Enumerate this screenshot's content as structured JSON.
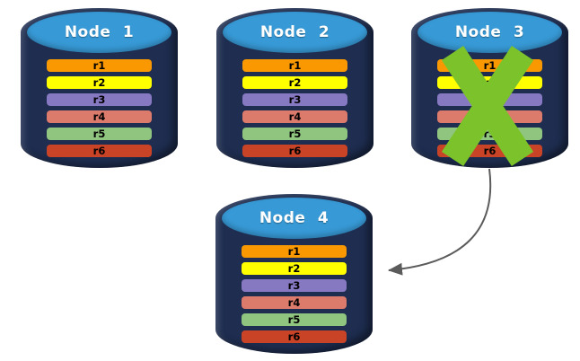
{
  "diagram": {
    "description": "Database replication failover diagram: four nodes each holding replicas r1-r6; Node 3 has failed (green cross) and its data is redirected to Node 4 (curved arrow)."
  },
  "colors": {
    "background": "#FFFFFF",
    "cylinder_body": "#1E2D50",
    "cylinder_top": "#3799D5",
    "node_title": "#FFFFFF",
    "replica_label": "#000000",
    "failure_cross": "#7CC22A",
    "arrow": "#5B5B5B"
  },
  "replica_colors": {
    "r1": "#F99800",
    "r2": "#FFFF00",
    "r3": "#8679C1",
    "r4": "#DC7A6B",
    "r5": "#90C57F",
    "r6": "#C94327"
  },
  "nodes": [
    {
      "title": "Node 1",
      "status": "active",
      "replicas": [
        "r1",
        "r2",
        "r3",
        "r4",
        "r5",
        "r6"
      ]
    },
    {
      "title": "Node 2",
      "status": "active",
      "replicas": [
        "r1",
        "r2",
        "r3",
        "r4",
        "r5",
        "r6"
      ]
    },
    {
      "title": "Node 3",
      "status": "failed",
      "replicas": [
        "r1",
        "r2",
        "r3",
        "r4",
        "r5",
        "r6"
      ]
    },
    {
      "title": "Node 4",
      "status": "active",
      "replicas": [
        "r1",
        "r2",
        "r3",
        "r4",
        "r5",
        "r6"
      ]
    }
  ]
}
